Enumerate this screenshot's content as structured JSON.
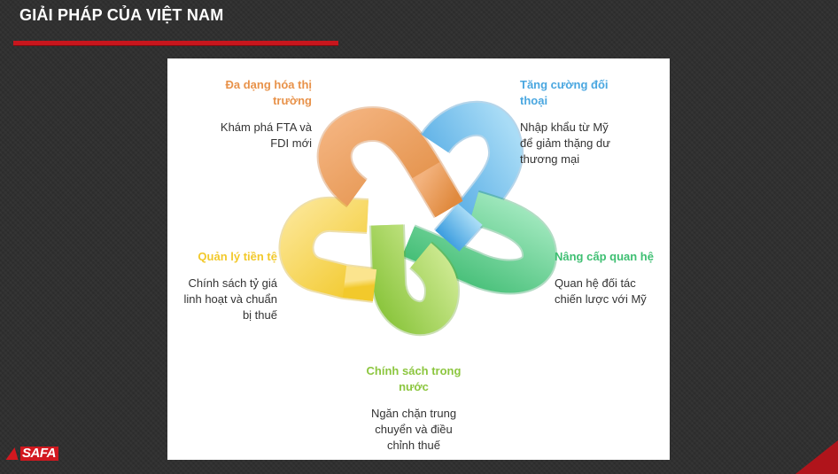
{
  "slide": {
    "title": "GIẢI PHÁP CỦA VIỆT NAM"
  },
  "diagram": {
    "items": [
      {
        "title": "Đa dạng hóa thị trường",
        "title_lines": [
          "Đa dạng hóa thị",
          "trường"
        ],
        "desc_lines": [
          "Khám phá FTA và",
          "FDI mới"
        ],
        "color": "#e8924a"
      },
      {
        "title": "Tăng cường đối thoại",
        "title_lines": [
          "Tăng cường đối",
          "thoại"
        ],
        "desc_lines": [
          "Nhập khẩu từ Mỹ",
          "để giảm thặng dư",
          "thương mại"
        ],
        "color": "#4aa7e0"
      },
      {
        "title": "Nâng cấp quan hệ",
        "title_lines": [
          "Nâng cấp quan hệ"
        ],
        "desc_lines": [
          "Quan hệ đối tác",
          "chiến lược với Mỹ"
        ],
        "color": "#3ebf72"
      },
      {
        "title": "Chính sách trong nước",
        "title_lines": [
          "Chính sách trong",
          "nước"
        ],
        "desc_lines": [
          "Ngăn chặn trung",
          "chuyển và điều",
          "chỉnh thuế"
        ],
        "color": "#8cc63f"
      },
      {
        "title": "Quản lý tiền tệ",
        "title_lines": [
          "Quản lý tiền tệ"
        ],
        "desc_lines": [
          "Chính sách tỷ giá",
          "linh hoạt và chuẩn",
          "bị thuế"
        ],
        "color": "#f2c92b"
      }
    ]
  },
  "brand": {
    "logo_text": "SAFA"
  },
  "colors": {
    "accent_red": "#c8161d",
    "background": "#2e2e2e",
    "panel": "#ffffff"
  }
}
